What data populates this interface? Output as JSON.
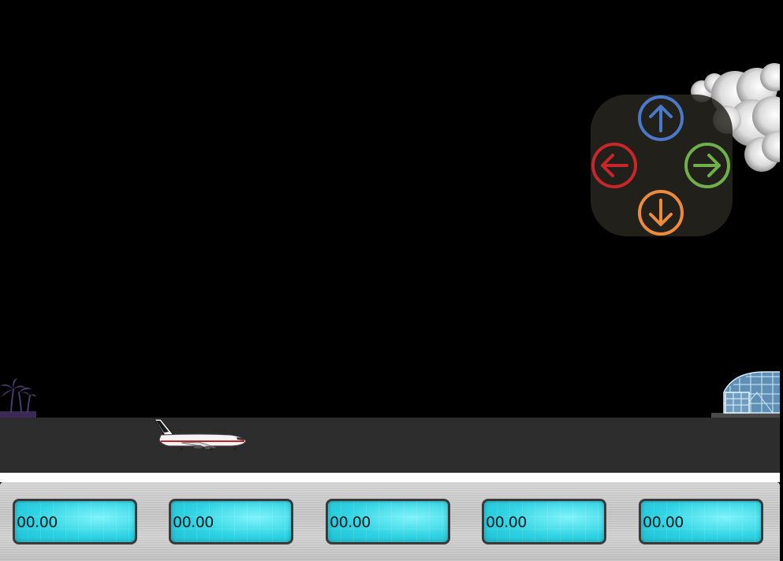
{
  "colors": {
    "up": "#4a79c9",
    "right": "#6fb04a",
    "down": "#ee8a3c",
    "left": "#c8262b",
    "gauge": "#2fd3e3",
    "ground": "#2d2d2d"
  },
  "controls": {
    "up_icon": "arrow-up-circle",
    "right_icon": "arrow-right-circle",
    "down_icon": "arrow-down-circle",
    "left_icon": "arrow-left-circle"
  },
  "instruments": [
    {
      "value": "00.00"
    },
    {
      "value": "00.00"
    },
    {
      "value": "00.00"
    },
    {
      "value": "00.00"
    },
    {
      "value": "00.00"
    }
  ]
}
